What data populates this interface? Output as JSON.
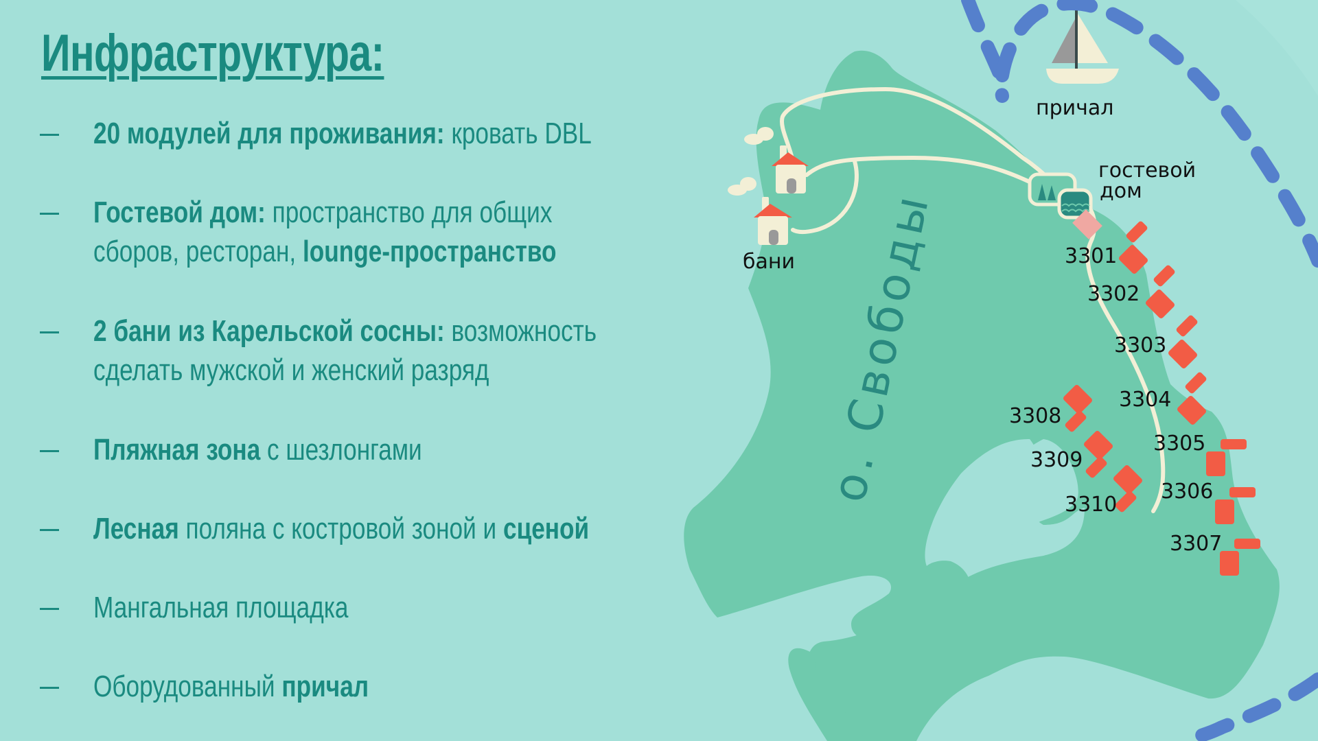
{
  "slide": {
    "title": "Инфраструктура:",
    "colors": {
      "background": "#a3e0d8",
      "land": "#6fcaad",
      "text": "#1a8a80",
      "path": "#f3efd6",
      "house_roof": "#f25c45",
      "module": "#f25c45",
      "route": "#5580cc",
      "island_label": "#2a8a80"
    },
    "items": [
      {
        "bold": "20 модулей для проживания:",
        "normal": " кровать DBL",
        "line2_normal": "",
        "line2_bold": ""
      },
      {
        "bold": "Гостевой дом:",
        "normal": " пространство для общих",
        "line2_normal": "сборов, ресторан, ",
        "line2_bold": "lounge-пространство"
      },
      {
        "bold": "2 бани из Карельской сосны:",
        "normal": " возможность",
        "line2_normal": "сделать мужской и женский разряд",
        "line2_bold": ""
      },
      {
        "bold": "Пляжная зона",
        "normal": " с шезлонгами",
        "line2_normal": "",
        "line2_bold": ""
      },
      {
        "bold": "Лесная",
        "normal": " поляна с костровой зоной и ",
        "bold2": "сценой",
        "line2_normal": "",
        "line2_bold": ""
      },
      {
        "bold": "",
        "normal": "Мангальная площадка",
        "line2_normal": "",
        "line2_bold": ""
      },
      {
        "bold": "",
        "normal": "Оборудованный ",
        "bold2": "причал",
        "line2_normal": "",
        "line2_bold": ""
      }
    ]
  },
  "map": {
    "island_name": "о. Свободы",
    "labels": {
      "pier": "причал",
      "guest_house_line1": "гостевой",
      "guest_house_line2": "дом",
      "baths": "бани"
    },
    "modules": [
      "3301",
      "3302",
      "3303",
      "3304",
      "3305",
      "3306",
      "3307",
      "3308",
      "3309",
      "3310"
    ],
    "icons": [
      "sailboat-icon",
      "bathhouse-icon",
      "forest-icon",
      "lake-icon",
      "module-icon"
    ]
  }
}
